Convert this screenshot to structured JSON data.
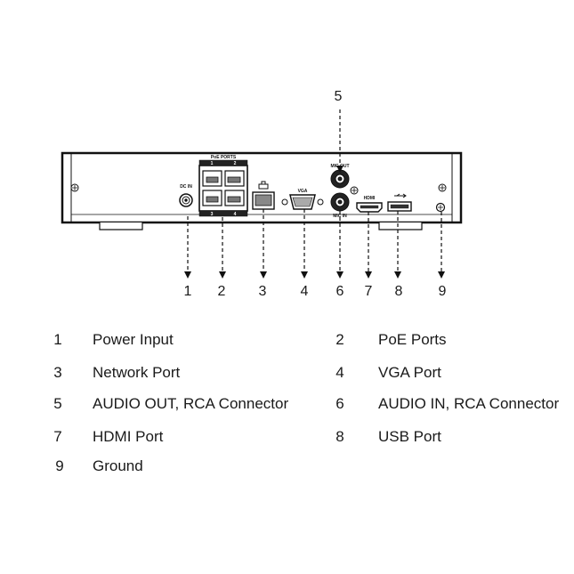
{
  "callouts": [
    "1",
    "2",
    "3",
    "4",
    "5",
    "6",
    "7",
    "8",
    "9"
  ],
  "panel_labels": {
    "dc_in": "DC IN",
    "poe_ports": "PoE PORTS",
    "poe_port_numbers": [
      "1",
      "2",
      "3",
      "4"
    ],
    "vga": "VGA",
    "mic_out": "MIC OUT",
    "mic_in": "MIC IN",
    "hdmi": "HDMI"
  },
  "legend": [
    {
      "num": "1",
      "label": "Power Input"
    },
    {
      "num": "2",
      "label": "PoE Ports"
    },
    {
      "num": "3",
      "label": "Network Port"
    },
    {
      "num": "4",
      "label": "VGA Port"
    },
    {
      "num": "5",
      "label": "AUDIO OUT, RCA Connector"
    },
    {
      "num": "6",
      "label": "AUDIO IN, RCA Connector"
    },
    {
      "num": "7",
      "label": "HDMI Port"
    },
    {
      "num": "8",
      "label": "USB Port"
    },
    {
      "num": "9",
      "label": "Ground"
    }
  ]
}
